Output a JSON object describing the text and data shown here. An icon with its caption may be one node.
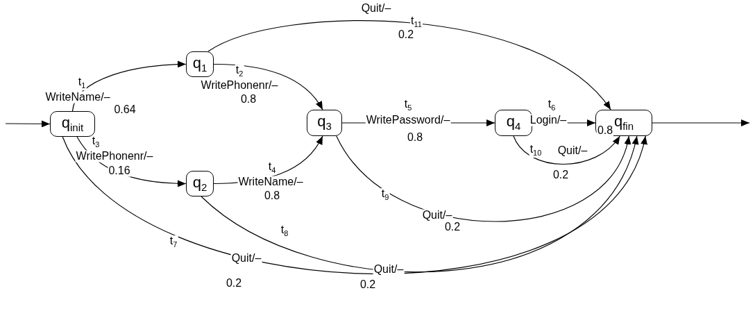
{
  "diagram": {
    "nodes": [
      {
        "text": [
          "q$_{init}$"
        ]
      },
      {
        "text": [
          "q$_{1}$"
        ]
      },
      {
        "text": [
          "q$_{2}$"
        ]
      },
      {
        "text": [
          "q$_{3}$"
        ]
      },
      {
        "text": [
          "q$_{4}$"
        ]
      },
      {
        "text": [
          "q$_{fin}$"
        ]
      }
    ],
    "edges": [
      {
        "from": null,
        "to": 0,
        "arrow": "to"
      },
      {
        "from": 0,
        "to": 1,
        "arrow": "to",
        "label": "WriteName/–"
      },
      {
        "from": 1,
        "to": 3,
        "arrow": "to",
        "label": "WritePhonenr/–"
      },
      {
        "from": 0,
        "to": 2,
        "arrow": "to",
        "label": "WritePhonenr/–"
      },
      {
        "from": 2,
        "to": 3,
        "arrow": "to",
        "label": "WriteName/–"
      },
      {
        "from": 3,
        "to": 4,
        "arrow": "to",
        "label": "WritePassword/–"
      },
      {
        "from": 4,
        "to": 5,
        "arrow": "to",
        "label": "Login/–"
      },
      {
        "from": 0,
        "to": 5,
        "arrow": "to",
        "label": "Quit/–"
      },
      {
        "from": 2,
        "to": 5,
        "arrow": "to",
        "label": "Quit/–"
      },
      {
        "from": 3,
        "to": 5,
        "arrow": "to",
        "label": "Quit/–"
      },
      {
        "from": 4,
        "to": 5,
        "arrow": "to",
        "label": "Quit/–"
      },
      {
        "from": 1,
        "to": 5,
        "arrow": "to",
        "label": "Quit/–"
      },
      {
        "from": 5,
        "to": null,
        "arrow": "to"
      }
    ],
    "labels": [
      "t$_{11}$",
      "0.2",
      "t$_{1}$",
      "t$_{2}$",
      "0.64",
      "0.8",
      "t$_{5}$",
      "t$_{6}$",
      "0.8",
      "0.8",
      "t$_{3}$",
      "t$_{10}$",
      "0.16",
      "t$_{4}$",
      "0.2",
      "0.8",
      "t$_{9}$",
      "0.2",
      "t$_{8}$",
      "t$_{7}$",
      "0.2",
      "0.2"
    ]
  }
}
